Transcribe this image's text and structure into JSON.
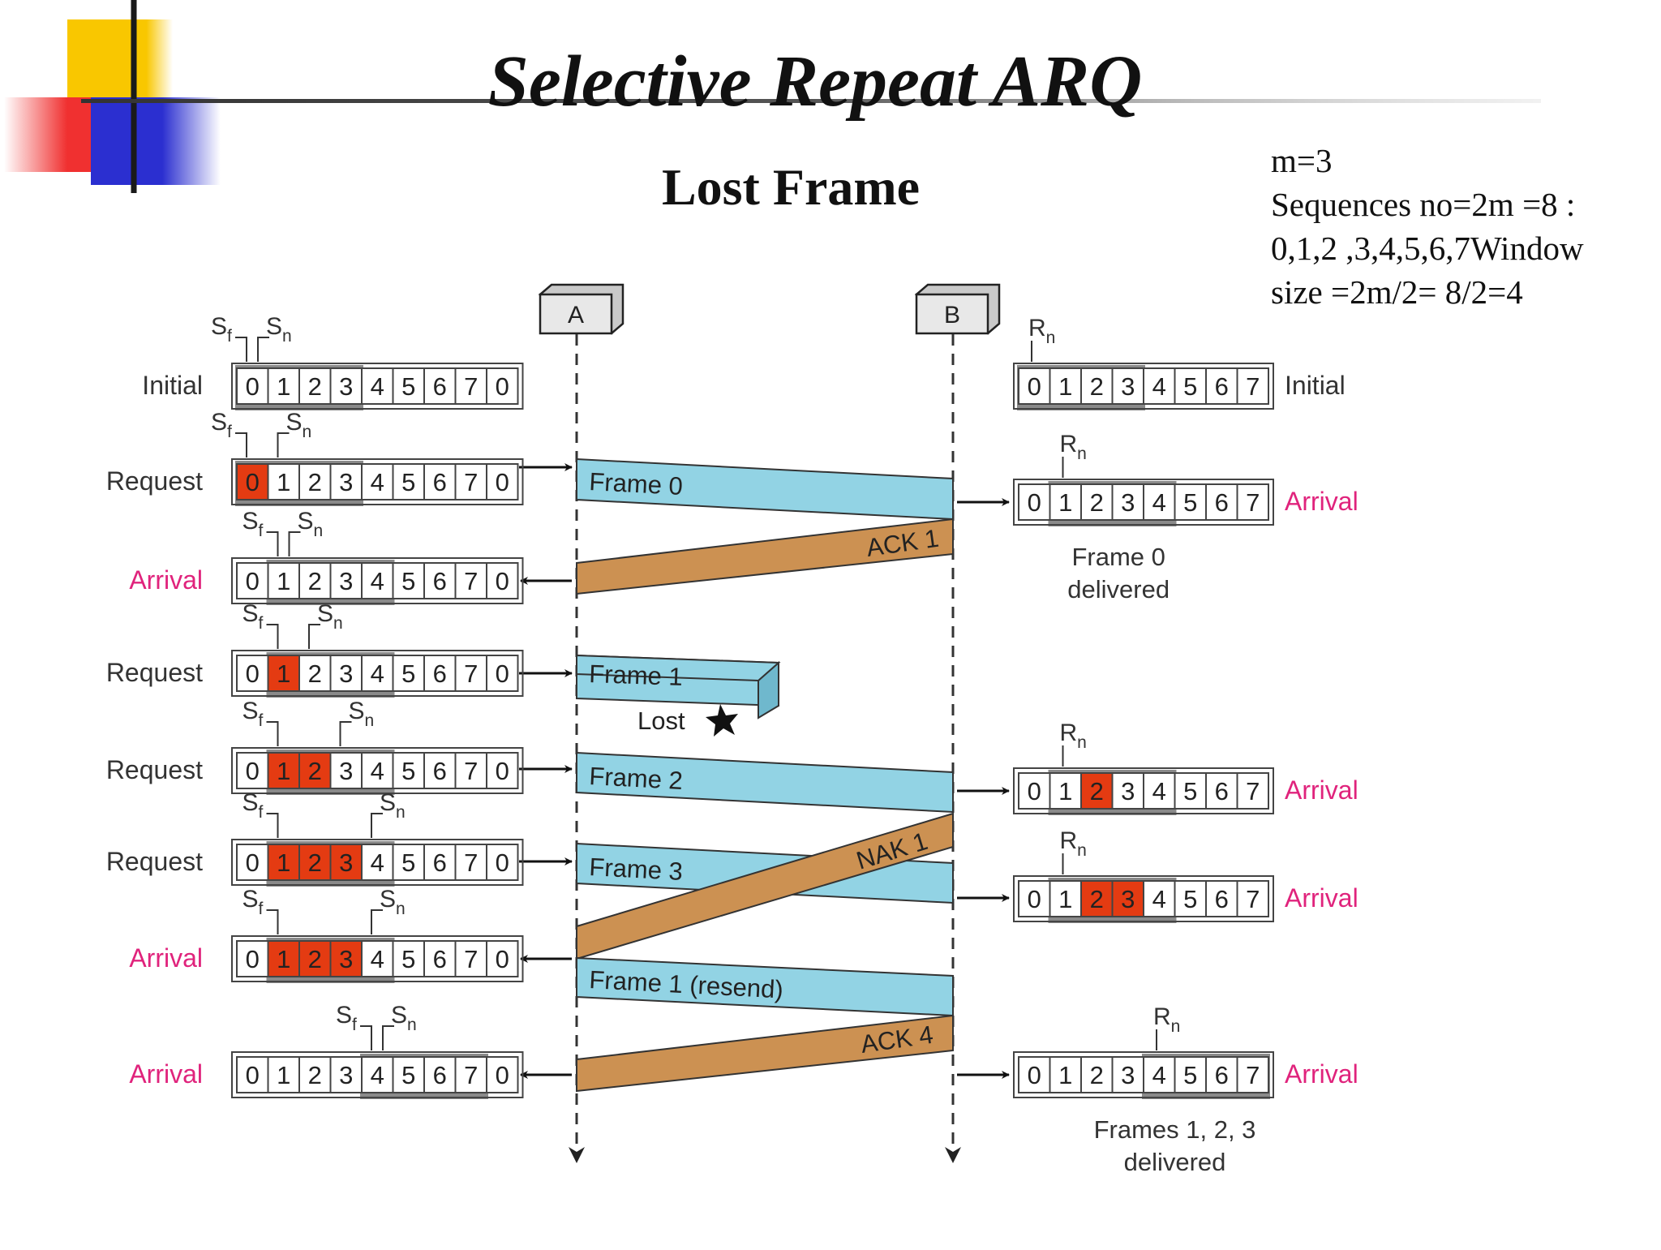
{
  "slide": {
    "title": "Selective Repeat ARQ",
    "subtitle": "Lost Frame",
    "note_lines": [
      "m=3",
      "Sequences no=2m =8 :",
      "0,1,2 ,3,4,5,6,7Window",
      "size =2m/2= 8/2=4"
    ]
  },
  "colors": {
    "frame_band": "#92d3e4",
    "ack_band": "#cc9152",
    "highlight": "#e43b12",
    "window_shade": "#8a8a8a",
    "arrival_text": "#e0237c",
    "text": "#222222",
    "deco_yellow": "#f9c700",
    "deco_red": "#f03030",
    "deco_blue": "#2b2fd0"
  },
  "stations": {
    "a_label": "A",
    "b_label": "B"
  },
  "pointers": {
    "sf": "S",
    "sn": "S",
    "rn": "R",
    "sf_sub": "f",
    "sn_sub": "n",
    "rn_sub": "n"
  },
  "sender_rows": [
    {
      "label": "Initial",
      "kind": "normal",
      "cells": [
        "0",
        "1",
        "2",
        "3",
        "4",
        "5",
        "6",
        "7",
        "0"
      ],
      "highlight": [],
      "window_start": 0,
      "window_size": 4,
      "sf_index": 0,
      "sn_index": 0
    },
    {
      "label": "Request",
      "kind": "normal",
      "cells": [
        "0",
        "1",
        "2",
        "3",
        "4",
        "5",
        "6",
        "7",
        "0"
      ],
      "highlight": [
        0
      ],
      "window_start": 0,
      "window_size": 4,
      "sf_index": 0,
      "sn_index": 1
    },
    {
      "label": "Arrival",
      "kind": "arrival",
      "cells": [
        "0",
        "1",
        "2",
        "3",
        "4",
        "5",
        "6",
        "7",
        "0"
      ],
      "highlight": [],
      "window_start": 1,
      "window_size": 4,
      "sf_index": 1,
      "sn_index": 1
    },
    {
      "label": "Request",
      "kind": "normal",
      "cells": [
        "0",
        "1",
        "2",
        "3",
        "4",
        "5",
        "6",
        "7",
        "0"
      ],
      "highlight": [
        1
      ],
      "window_start": 1,
      "window_size": 4,
      "sf_index": 1,
      "sn_index": 2
    },
    {
      "label": "Request",
      "kind": "normal",
      "cells": [
        "0",
        "1",
        "2",
        "3",
        "4",
        "5",
        "6",
        "7",
        "0"
      ],
      "highlight": [
        1,
        2
      ],
      "window_start": 1,
      "window_size": 4,
      "sf_index": 1,
      "sn_index": 3
    },
    {
      "label": "Request",
      "kind": "normal",
      "cells": [
        "0",
        "1",
        "2",
        "3",
        "4",
        "5",
        "6",
        "7",
        "0"
      ],
      "highlight": [
        1,
        2,
        3
      ],
      "window_start": 1,
      "window_size": 4,
      "sf_index": 1,
      "sn_index": 4
    },
    {
      "label": "Arrival",
      "kind": "arrival",
      "cells": [
        "0",
        "1",
        "2",
        "3",
        "4",
        "5",
        "6",
        "7",
        "0"
      ],
      "highlight": [
        1,
        2,
        3
      ],
      "window_start": 1,
      "window_size": 4,
      "sf_index": 1,
      "sn_index": 4
    },
    {
      "label": "Arrival",
      "kind": "arrival",
      "cells": [
        "0",
        "1",
        "2",
        "3",
        "4",
        "5",
        "6",
        "7",
        "0"
      ],
      "highlight": [],
      "window_start": 4,
      "window_size": 4,
      "sf_index": 4,
      "sn_index": 4
    }
  ],
  "receiver_rows": [
    {
      "label": "Initial",
      "kind": "normal",
      "cells": [
        "0",
        "1",
        "2",
        "3",
        "4",
        "5",
        "6",
        "7"
      ],
      "highlight": [],
      "window_start": 0,
      "window_size": 4,
      "rn_index": 0,
      "caption": []
    },
    {
      "label": "Arrival",
      "kind": "arrival",
      "cells": [
        "0",
        "1",
        "2",
        "3",
        "4",
        "5",
        "6",
        "7"
      ],
      "highlight": [],
      "window_start": 1,
      "window_size": 4,
      "rn_index": 1,
      "caption": [
        "Frame 0",
        "delivered"
      ]
    },
    {
      "label": "Arrival",
      "kind": "arrival",
      "cells": [
        "0",
        "1",
        "2",
        "3",
        "4",
        "5",
        "6",
        "7"
      ],
      "highlight": [
        2
      ],
      "window_start": 1,
      "window_size": 4,
      "rn_index": 1,
      "caption": []
    },
    {
      "label": "Arrival",
      "kind": "arrival",
      "cells": [
        "0",
        "1",
        "2",
        "3",
        "4",
        "5",
        "6",
        "7"
      ],
      "highlight": [
        2,
        3
      ],
      "window_start": 1,
      "window_size": 4,
      "rn_index": 1,
      "caption": []
    },
    {
      "label": "Arrival",
      "kind": "arrival",
      "cells": [
        "0",
        "1",
        "2",
        "3",
        "4",
        "5",
        "6",
        "7"
      ],
      "highlight": [],
      "window_start": 4,
      "window_size": 4,
      "rn_index": 4,
      "caption": [
        "Frames 1, 2, 3",
        "delivered"
      ]
    }
  ],
  "messages": [
    {
      "type": "frame",
      "label": "Frame 0"
    },
    {
      "type": "ack",
      "label": "ACK 1"
    },
    {
      "type": "frame",
      "label": "Frame 1",
      "lost": true,
      "lost_label": "Lost"
    },
    {
      "type": "frame",
      "label": "Frame 2"
    },
    {
      "type": "frame",
      "label": "Frame 3"
    },
    {
      "type": "nak",
      "label": "NAK 1"
    },
    {
      "type": "frame",
      "label": "Frame 1 (resend)"
    },
    {
      "type": "ack",
      "label": "ACK 4"
    }
  ]
}
